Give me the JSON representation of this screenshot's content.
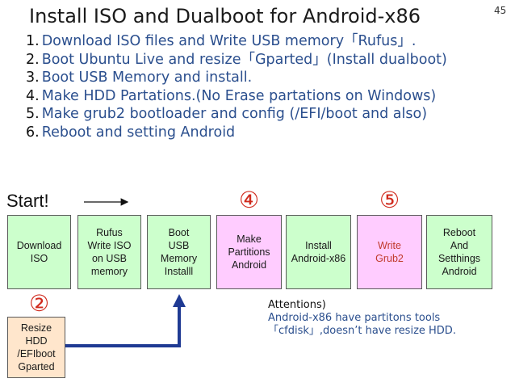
{
  "title": "Install ISO and Dualboot for Android-x86",
  "page_number": "45",
  "steps": [
    {
      "num": "1.",
      "text": "Download ISO files and Write USB memory「Rufus」."
    },
    {
      "num": "2.",
      "text": "Boot Ubuntu Live and resize「Gparted」(Install dualboot)"
    },
    {
      "num": "3.",
      "text": "Boot USB Memory and install."
    },
    {
      "num": "4.",
      "text": "Make HDD Partations.(No Erase partations on Windows)"
    },
    {
      "num": "5.",
      "text": "Make grub2 bootloader and config (/EFI/boot and also)"
    },
    {
      "num": "6.",
      "text": "Reboot and setting Android"
    }
  ],
  "start_label": "Start!",
  "markers": {
    "m4": "④",
    "m5": "⑤",
    "m2": "②"
  },
  "flow_boxes": [
    {
      "label": "Download\nISO"
    },
    {
      "label": "Rufus\nWrite ISO\non USB\nmemory"
    },
    {
      "label": "Boot\nUSB\nMemory\nInstalll"
    },
    {
      "label": "Make\nPartitions\nAndroid"
    },
    {
      "label": "Install\nAndroid-x86"
    },
    {
      "label": "Write\nGrub2"
    },
    {
      "label": "Reboot\nAnd\nSetthings\nAndroid"
    }
  ],
  "resize_box": {
    "label": "Resize\nHDD\n/EFIboot\nGparted"
  },
  "attention": {
    "heading": "Attentions)",
    "lines": [
      "Android-x86 have partitons tools",
      "「cfdisk」,doesn’t have resize HDD."
    ]
  },
  "colors": {
    "green": "#ccffcc",
    "pink": "#ffccff",
    "beige": "#ffe6cc",
    "marker_red": "#d02a1d",
    "arrow_blue": "#1f3a93",
    "step_text_blue": "#2b4f8e",
    "write_grub_red": "#c0392b"
  }
}
